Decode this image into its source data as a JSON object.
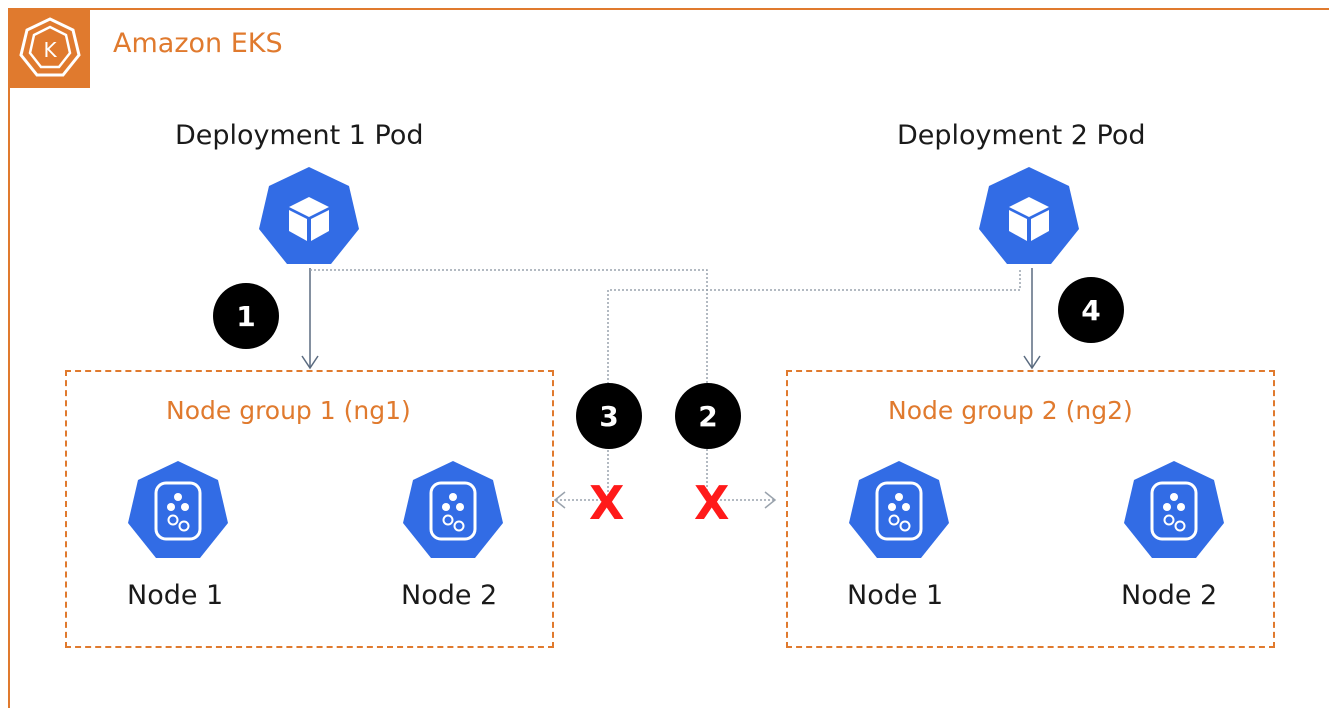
{
  "header": {
    "title": "Amazon EKS"
  },
  "deployments": [
    {
      "label": "Deployment 1 Pod"
    },
    {
      "label": "Deployment 2 Pod"
    }
  ],
  "node_groups": [
    {
      "title": "Node group 1 (ng1)",
      "nodes": [
        "Node 1",
        "Node 2"
      ]
    },
    {
      "title": "Node group 2 (ng2)",
      "nodes": [
        "Node 1",
        "Node 2"
      ]
    }
  ],
  "steps": [
    "1",
    "2",
    "3",
    "4"
  ],
  "blocked_mark": "X",
  "colors": {
    "accent": "#e07a2e",
    "k8s_blue": "#326ce5",
    "blocked": "#ff1a1a"
  }
}
